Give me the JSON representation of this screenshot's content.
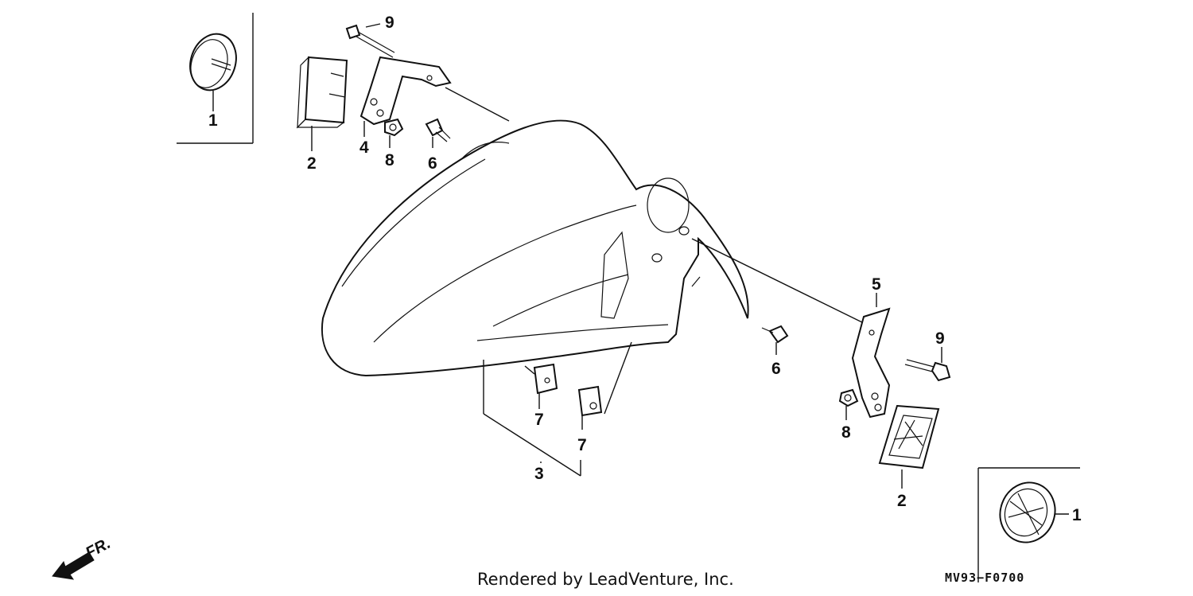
{
  "diagram": {
    "callouts": {
      "c1_top": "1",
      "c1_bottom": "1",
      "c2_top": "2",
      "c2_bottom": "2",
      "c3": "3",
      "c4": "4",
      "c5": "5",
      "c6_top": "6",
      "c6_mid": "6",
      "c7_left": "7",
      "c7_right": "7",
      "c8_top": "8",
      "c8_bottom": "8",
      "c9_top": "9",
      "c9_right": "9"
    },
    "direction_label": "FR.",
    "footer": "Rendered by LeadVenture, Inc.",
    "diagram_code": "MV93−F0700"
  }
}
